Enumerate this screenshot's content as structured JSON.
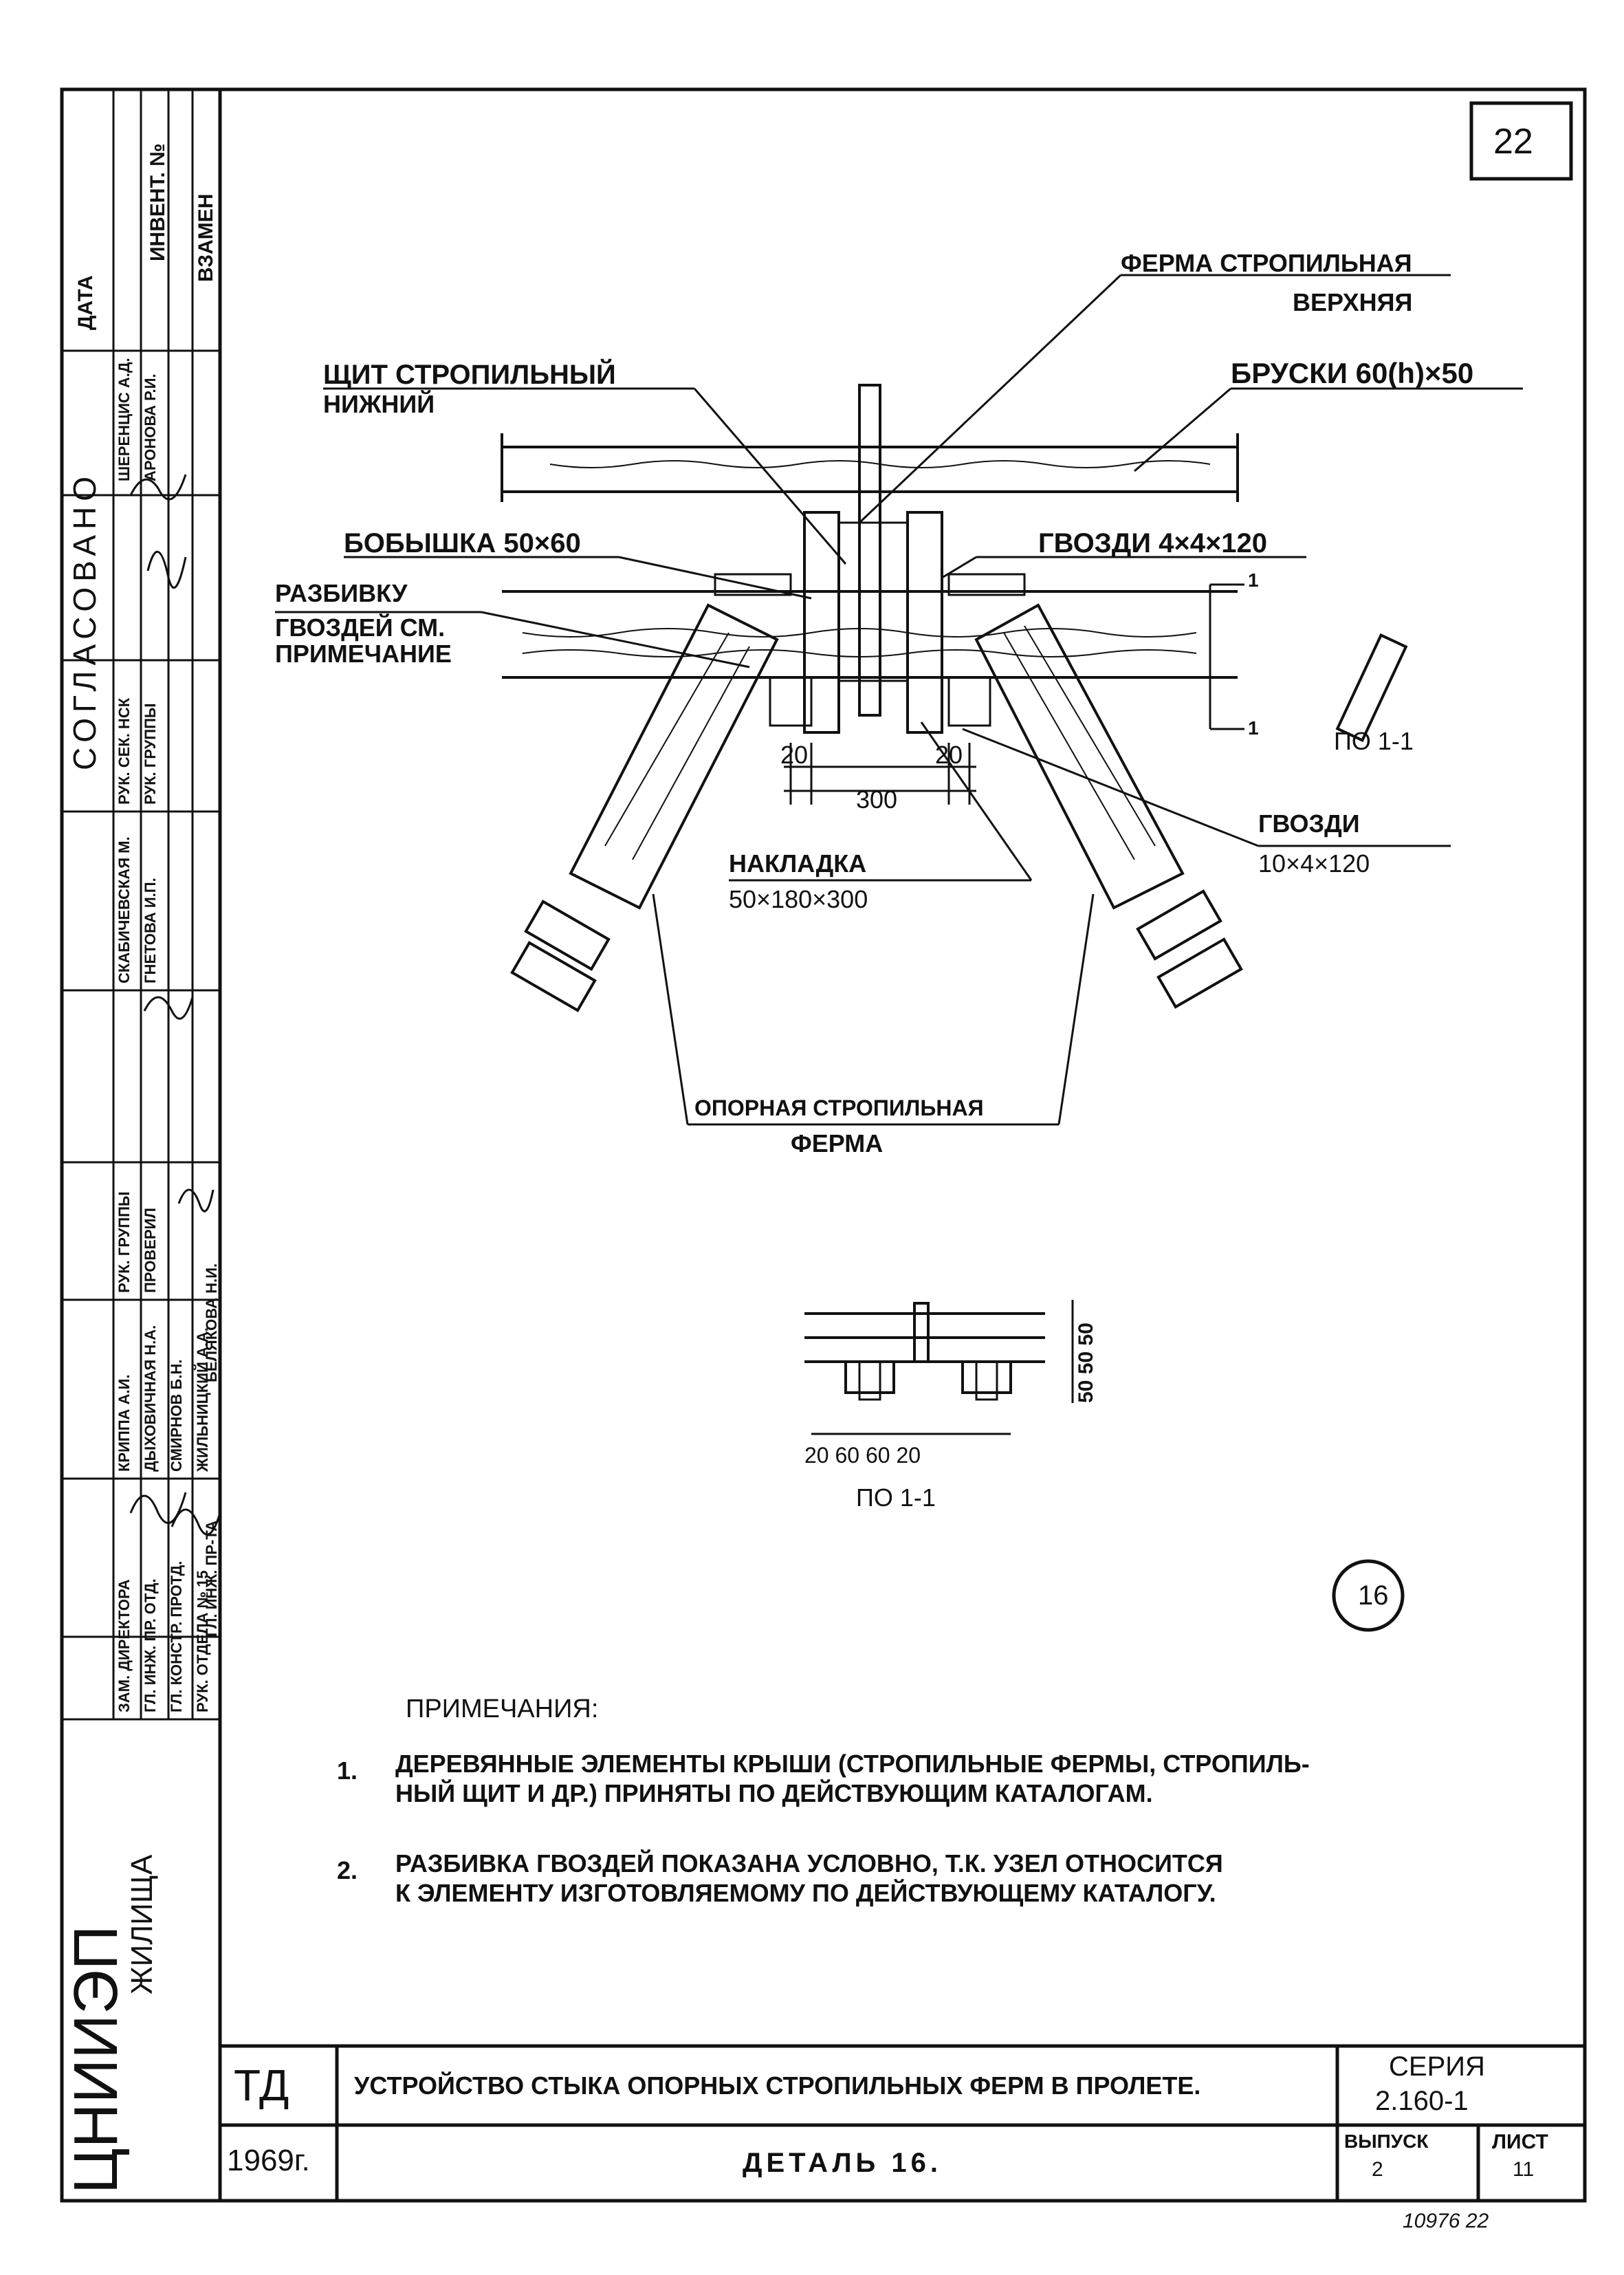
{
  "sheet_number": "22",
  "labels": {
    "truss_upper_line1": "ФЕРМА СТРОПИЛЬНАЯ",
    "truss_upper_line2": "ВЕРХНЯЯ",
    "shield_line1": "ЩИТ СТРОПИЛЬНЫЙ",
    "shield_line2": "НИЖНИЙ",
    "bars": "БРУСКИ 60(h)×50",
    "boss": "БОБЫШКА 50×60",
    "nails_top": "ГВОЗДИ 4×4×120",
    "layout_line1": "РАЗБИВКУ",
    "layout_line2": "ГВОЗДЕЙ СМ.",
    "layout_line3": "ПРИМЕЧАНИЕ",
    "section_ref_right": "ПО 1-1",
    "dim_20_left": "20",
    "dim_20_right": "20",
    "dim_300": "300",
    "overlay_line1": "НАКЛАДКА",
    "overlay_line2": "50×180×300",
    "nails_right_line1": "ГВОЗДИ",
    "nails_right_line2": "10×4×120",
    "support_line1": "ОПОРНАЯ СТРОПИЛЬНАЯ",
    "support_line2": "ФЕРМА",
    "cut_mark": "1",
    "small_section_dims_bottom": "20 60      60 20",
    "small_section_dims_side": "50 50 50",
    "small_section_title": "ПО 1-1",
    "detail_number": "16"
  },
  "notes": {
    "title": "ПРИМЕЧАНИЯ:",
    "items": [
      {
        "num": "1.",
        "line1": "ДЕРЕВЯННЫЕ ЭЛЕМЕНТЫ КРЫШИ (СТРОПИЛЬНЫЕ ФЕРМЫ, СТРОПИЛЬ-",
        "line2": "НЫЙ ЩИТ И ДР.) ПРИНЯТЫ ПО ДЕЙСТВУЮЩИМ КАТАЛОГАМ."
      },
      {
        "num": "2.",
        "line1": "РАЗБИВКА ГВОЗДЕЙ ПОКАЗАНА УСЛОВНО, Т.К. УЗЕЛ ОТНОСИТСЯ",
        "line2": "К ЭЛЕМЕНТУ ИЗГОТОВЛЯЕМОМУ ПО ДЕЙСТВУЮЩЕМУ КАТАЛОГУ."
      }
    ]
  },
  "title_block": {
    "code": "ТД",
    "year": "1969г.",
    "title": "УСТРОЙСТВО СТЫКА ОПОРНЫХ СТРОПИЛЬНЫХ ФЕРМ В ПРОЛЕТЕ.",
    "detail": "ДЕТАЛЬ 16.",
    "series_label": "СЕРИЯ",
    "series_value": "2.160-1",
    "issue_label": "ВЫПУСК",
    "issue_value": "2",
    "sheet_label": "ЛИСТ",
    "sheet_value": "11",
    "inventory": "10976 22"
  },
  "side_stamp": {
    "org": "ЦНИИЭП",
    "org_suffix": "ЖИЛИЩА",
    "data_col": "ДАТА",
    "inv_col": "ИНВЕНТ. №",
    "vzamen_col": "ВЗАМЕН",
    "agreed": "СОГЛАСОВАНО",
    "roles": [
      "ЗАМ. ДИРЕКТОРА",
      "ГЛ. ИНЖ. ПР. ОТД.",
      "ГЛ. КОНСТР. ПРОТД.",
      "РУК. ОТДЕЛА № 15",
      "ГЛ. ИНЖ. ПР-ТА",
      "КРИППА А.И.",
      "ДЫХОВИЧНАЯ Н.А.",
      "СМИРНОВ Б.Н.",
      "ЖИЛЬНИЦКИЙ А.А.",
      "БЕЛЯКОВА Н.И.",
      "РУК. ГРУППЫ",
      "ПРОВЕРИЛ",
      "СКАБИЧЕВСКАЯ М.",
      "ГНЕТОВА И.П.",
      "РУК. СЕК. НСК",
      "РУК. ГРУППЫ",
      "ШЕРЕНЦИС А.Д.",
      "АРОНОВА Р.И."
    ]
  }
}
